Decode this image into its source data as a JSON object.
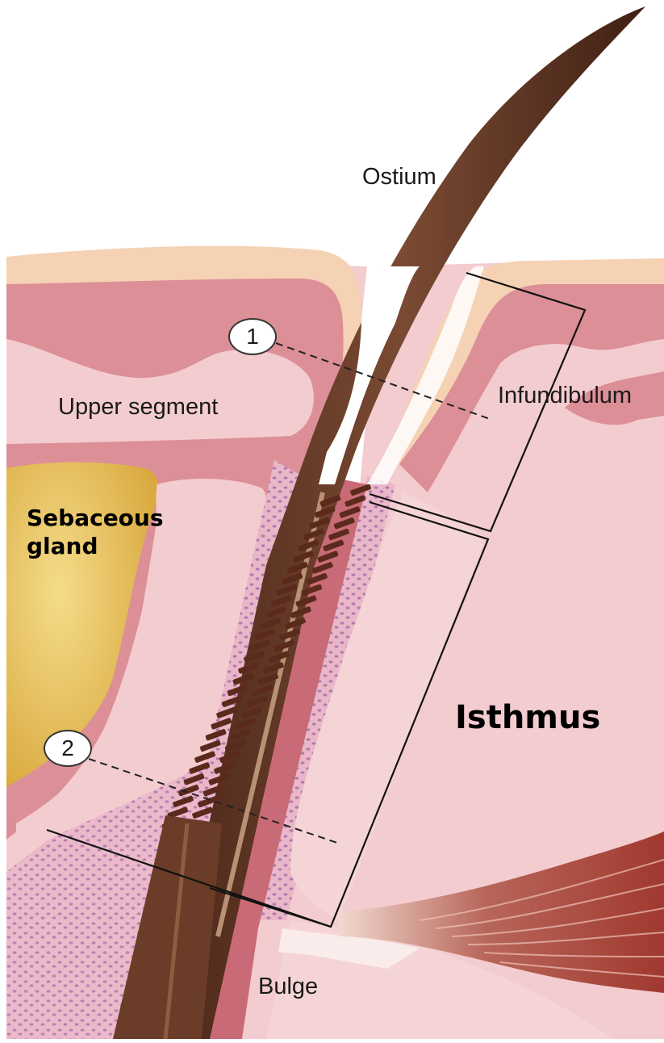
{
  "labels": {
    "ostium": "Ostium",
    "upper_segment": "Upper segment",
    "infundibulum": "Infundibulum",
    "sebaceous_gland": "Sebaceous\ngland",
    "isthmus": "Isthmus",
    "bulge": "Bulge"
  },
  "markers": {
    "one": "1",
    "two": "2"
  },
  "colors": {
    "skin_surface": "#f5d2b4",
    "dermis": "#f3cccf",
    "epidermis": "#dc8f97",
    "sebaceous": "#e6c062",
    "hair_shaft": "#5b3323",
    "inner_sheath": "#c96b76",
    "muscle": "#a5453b"
  }
}
